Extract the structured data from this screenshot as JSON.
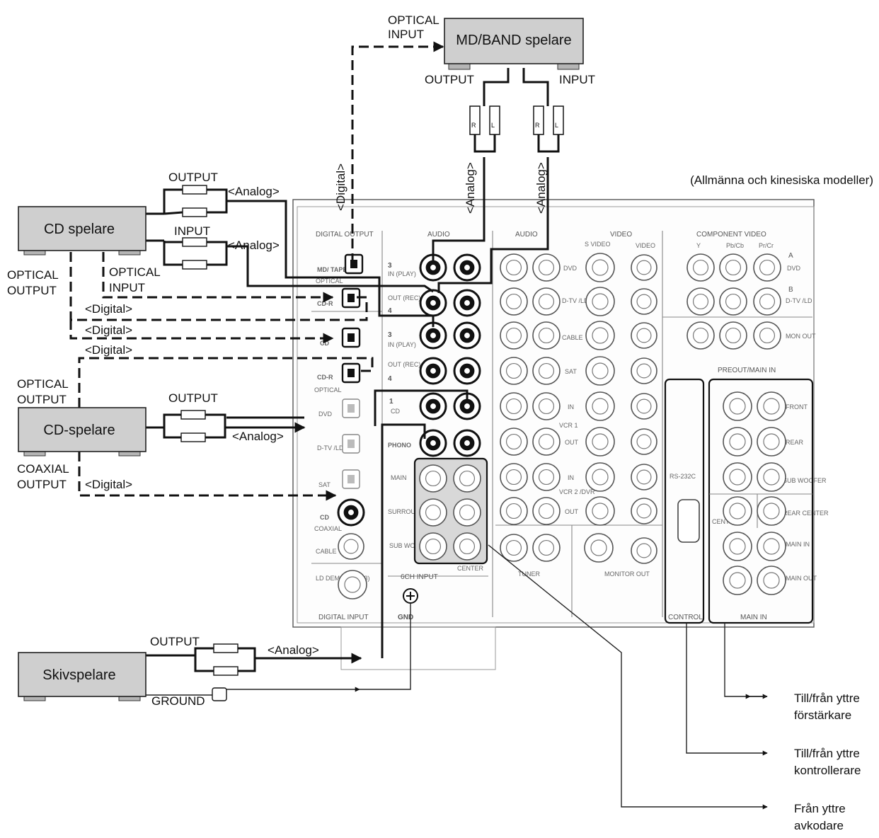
{
  "region_note": "(Allmänna och kinesiska modeller)",
  "devices": {
    "md_band": "MD/BAND spelare",
    "cd_top": "CD spelare",
    "cd_mid": "CD-spelare",
    "turntable": "Skivspelare"
  },
  "labels": {
    "optical_input_l1": "OPTICAL",
    "optical_input_l2": "INPUT",
    "output": "OUTPUT",
    "input": "INPUT",
    "analog": "<Analog>",
    "digital": "<Digital>",
    "optical_output_l1": "OPTICAL",
    "optical_output_l2": "OUTPUT",
    "coaxial_output_l1": "COAXIAL",
    "coaxial_output_l2": "OUTPUT",
    "ground": "GROUND",
    "r": "R",
    "l": "L"
  },
  "panel": {
    "digital_output": "DIGITAL OUTPUT",
    "audio": "AUDIO",
    "video": "VIDEO",
    "s_video": "S VIDEO",
    "component_video": "COMPONENT VIDEO",
    "preout_main_in": "PREOUT/MAIN IN",
    "digital_input": "DIGITAL INPUT",
    "gnd": "GND",
    "ch6_input": "6CH INPUT",
    "tuner": "TUNER",
    "monitor_out": "MONITOR OUT",
    "rs232c": "RS-232C",
    "control": "CONTROL",
    "main_in": "MAIN IN",
    "md_tape": "MD/ TAPE",
    "cd_r": "CD-R",
    "cd": "CD",
    "dvd": "DVD",
    "dtv_ld": "D-TV /LD",
    "sat": "SAT",
    "cable": "CABLE",
    "ld_demod": "LD DEMOD (AC-3)",
    "in_play": "IN (PLAY)",
    "out_rec": "OUT (REC)",
    "phono": "PHONO",
    "main": "MAIN",
    "surround": "SURROUND",
    "sub_woofer": "SUB WOOFER",
    "center": "CENTER",
    "front": "FRONT",
    "rear": "REAR",
    "rear_center": "REAR CENTER",
    "main_in_short": "MAIN IN",
    "main_out": "MAIN OUT",
    "mon_out": "MON OUT",
    "vcr1": "VCR 1",
    "vcr2": "VCR 2 /DVR",
    "in": "IN",
    "out": "OUT",
    "y": "Y",
    "pbcb": "Pb/Cb",
    "prcr": "Pr/Cr",
    "optical": "OPTICAL",
    "coaxial": "COAXIAL",
    "num3": "3",
    "num4": "4",
    "num1": "1",
    "a": "A",
    "b": "B"
  },
  "right_notes": {
    "amp_l1": "Till/från yttre",
    "amp_l2": "förstärkare",
    "ctrl_l1": "Till/från yttre",
    "ctrl_l2": "kontrollerare",
    "dec_l1": "Från yttre",
    "dec_l2": "avkodare"
  }
}
